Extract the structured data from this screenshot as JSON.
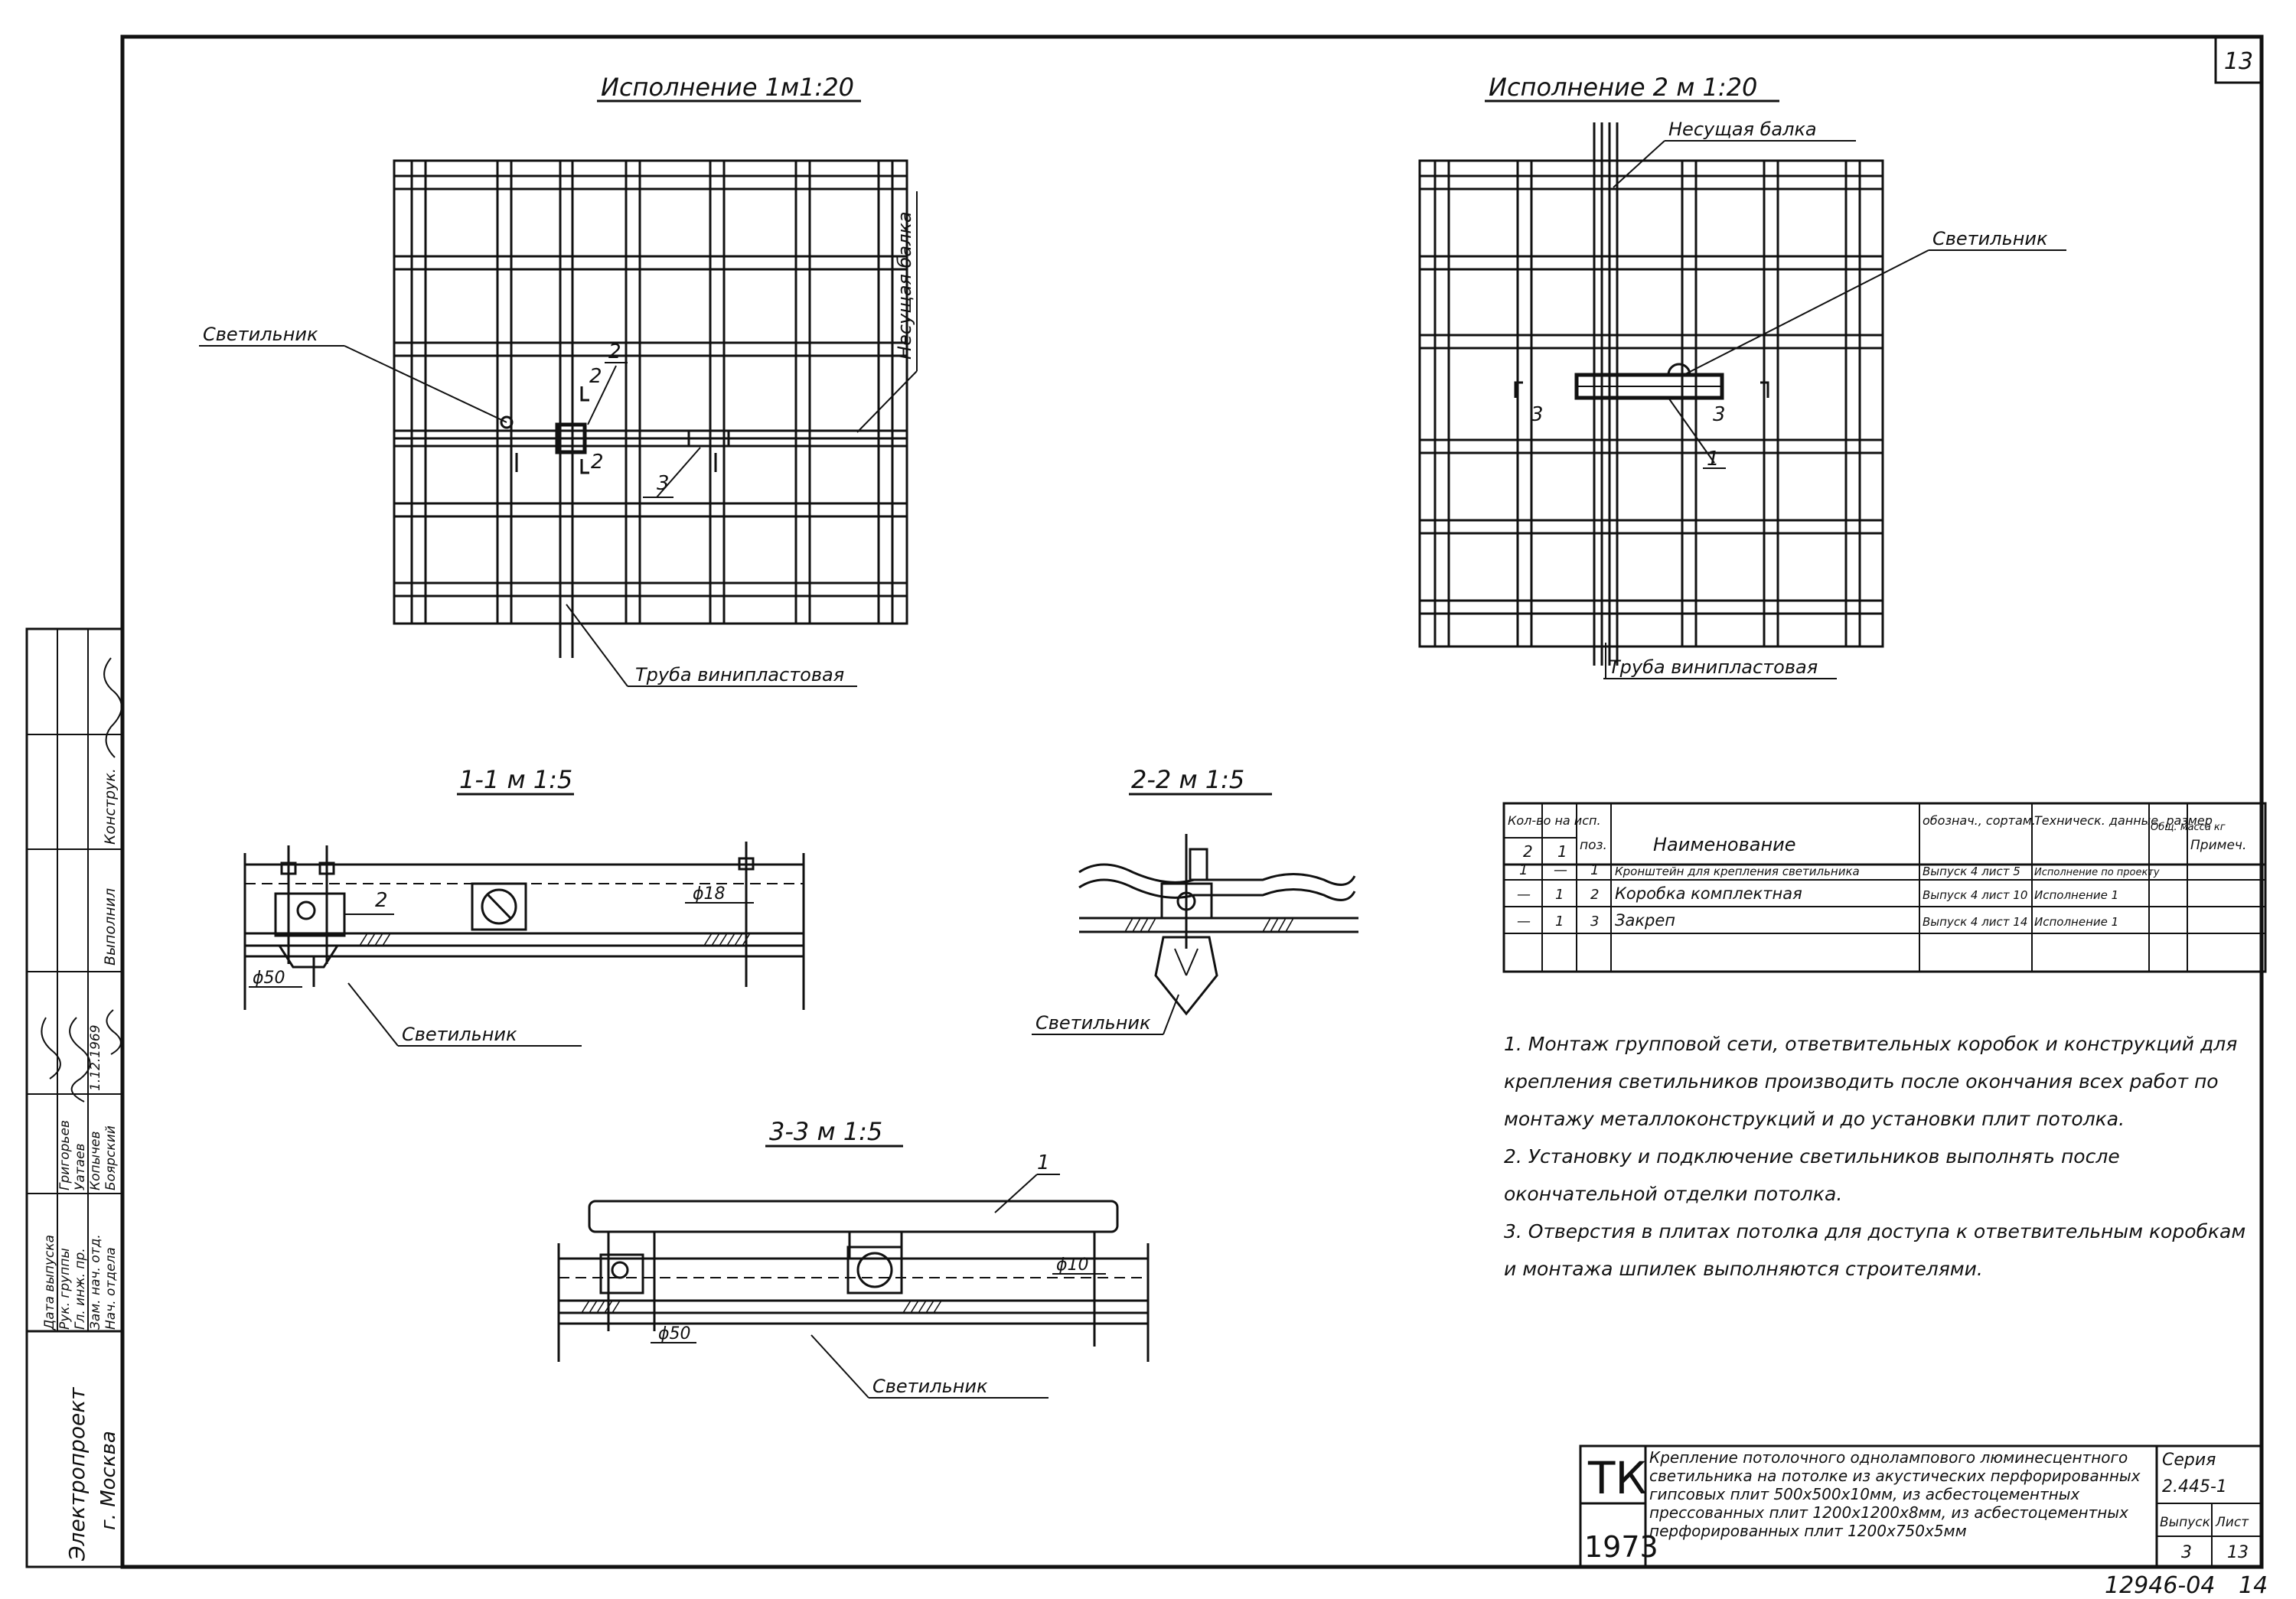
{
  "sheet": {
    "corner_number": "13",
    "bottom_code": "12946-04",
    "bottom_page": "14"
  },
  "views": {
    "v1_title": "Исполнение 1м1:20",
    "v2_title": "Исполнение 2 м 1:20",
    "s11_title": "1-1 м 1:5",
    "s22_title": "2-2 м 1:5",
    "s33_title": "3-3 м 1:5"
  },
  "labels": {
    "svetilnik": "Светильник",
    "nesushchaya_balka": "Несущая балка",
    "truba": "Труба винипластовая",
    "d18": "ϕ18",
    "d50": "ϕ50",
    "d10": "ϕ10",
    "n1": "1",
    "n2": "2",
    "n3": "3"
  },
  "spec_table": {
    "headers": {
      "qty": "Кол-во на исп.",
      "qty_1": "1",
      "qty_2": "2",
      "pos": "поз.",
      "name": "Наименование",
      "designation": "обознач., сортам.",
      "tech": "Техническ. данные, размер",
      "mass": "Общ. масса кг",
      "note": "Примеч."
    },
    "rows": [
      {
        "q2": "1",
        "q1": "—",
        "pos": "1",
        "name": "Кронштейн для крепления светильника",
        "designation": "Выпуск 4 лист 5",
        "tech": "Исполнение по проекту"
      },
      {
        "q2": "—",
        "q1": "1",
        "pos": "2",
        "name": "Коробка комплектная",
        "designation": "Выпуск 4 лист 10",
        "tech": "Исполнение 1"
      },
      {
        "q2": "—",
        "q1": "1",
        "pos": "3",
        "name": "Закреп",
        "designation": "Выпуск 4 лист 14",
        "tech": "Исполнение 1"
      }
    ]
  },
  "notes": [
    "1. Монтаж групповой сети, ответвительных коробок и конструкций для крепления светильников производить после окончания всех работ по монтажу металлоконструкций и до установки плит потолка.",
    "2. Установку и подключение светильников выполнять после окончательной отделки потолка.",
    "3. Отверстия в плитах потолка для доступа к ответвительным коробкам и монтажа шпилек выполняются строителями."
  ],
  "title_block": {
    "org_1": "ТК",
    "org_2": "1973",
    "description": "Крепление потолочного однолампового люминесцентного светильника на потолке из акустических перфорированных гипсовых плит 500х500х10мм, из асбестоцементных прессованных плит 1200х1200х8мм, из асбестоцементных перфорированных плит 1200х750х5мм",
    "series_label": "Серия",
    "series_value": "2.445-1",
    "issue_label": "Выпуск",
    "issue_value": "3",
    "sheet_label": "Лист",
    "sheet_value": "13"
  },
  "side_stamp": {
    "org": "Электропроект",
    "city": "г. Москва",
    "roles": [
      "Нач. отдела",
      "Зам. нач. отд.",
      "Гл. инж. пр.",
      "Рук. группы",
      "Дата выпуска"
    ],
    "names": [
      "Боярский",
      "Копычев",
      "Уатаев",
      "Григорьев"
    ],
    "date": "1.12.1969",
    "column_heads": [
      "Выполнил",
      "Конструк."
    ]
  }
}
